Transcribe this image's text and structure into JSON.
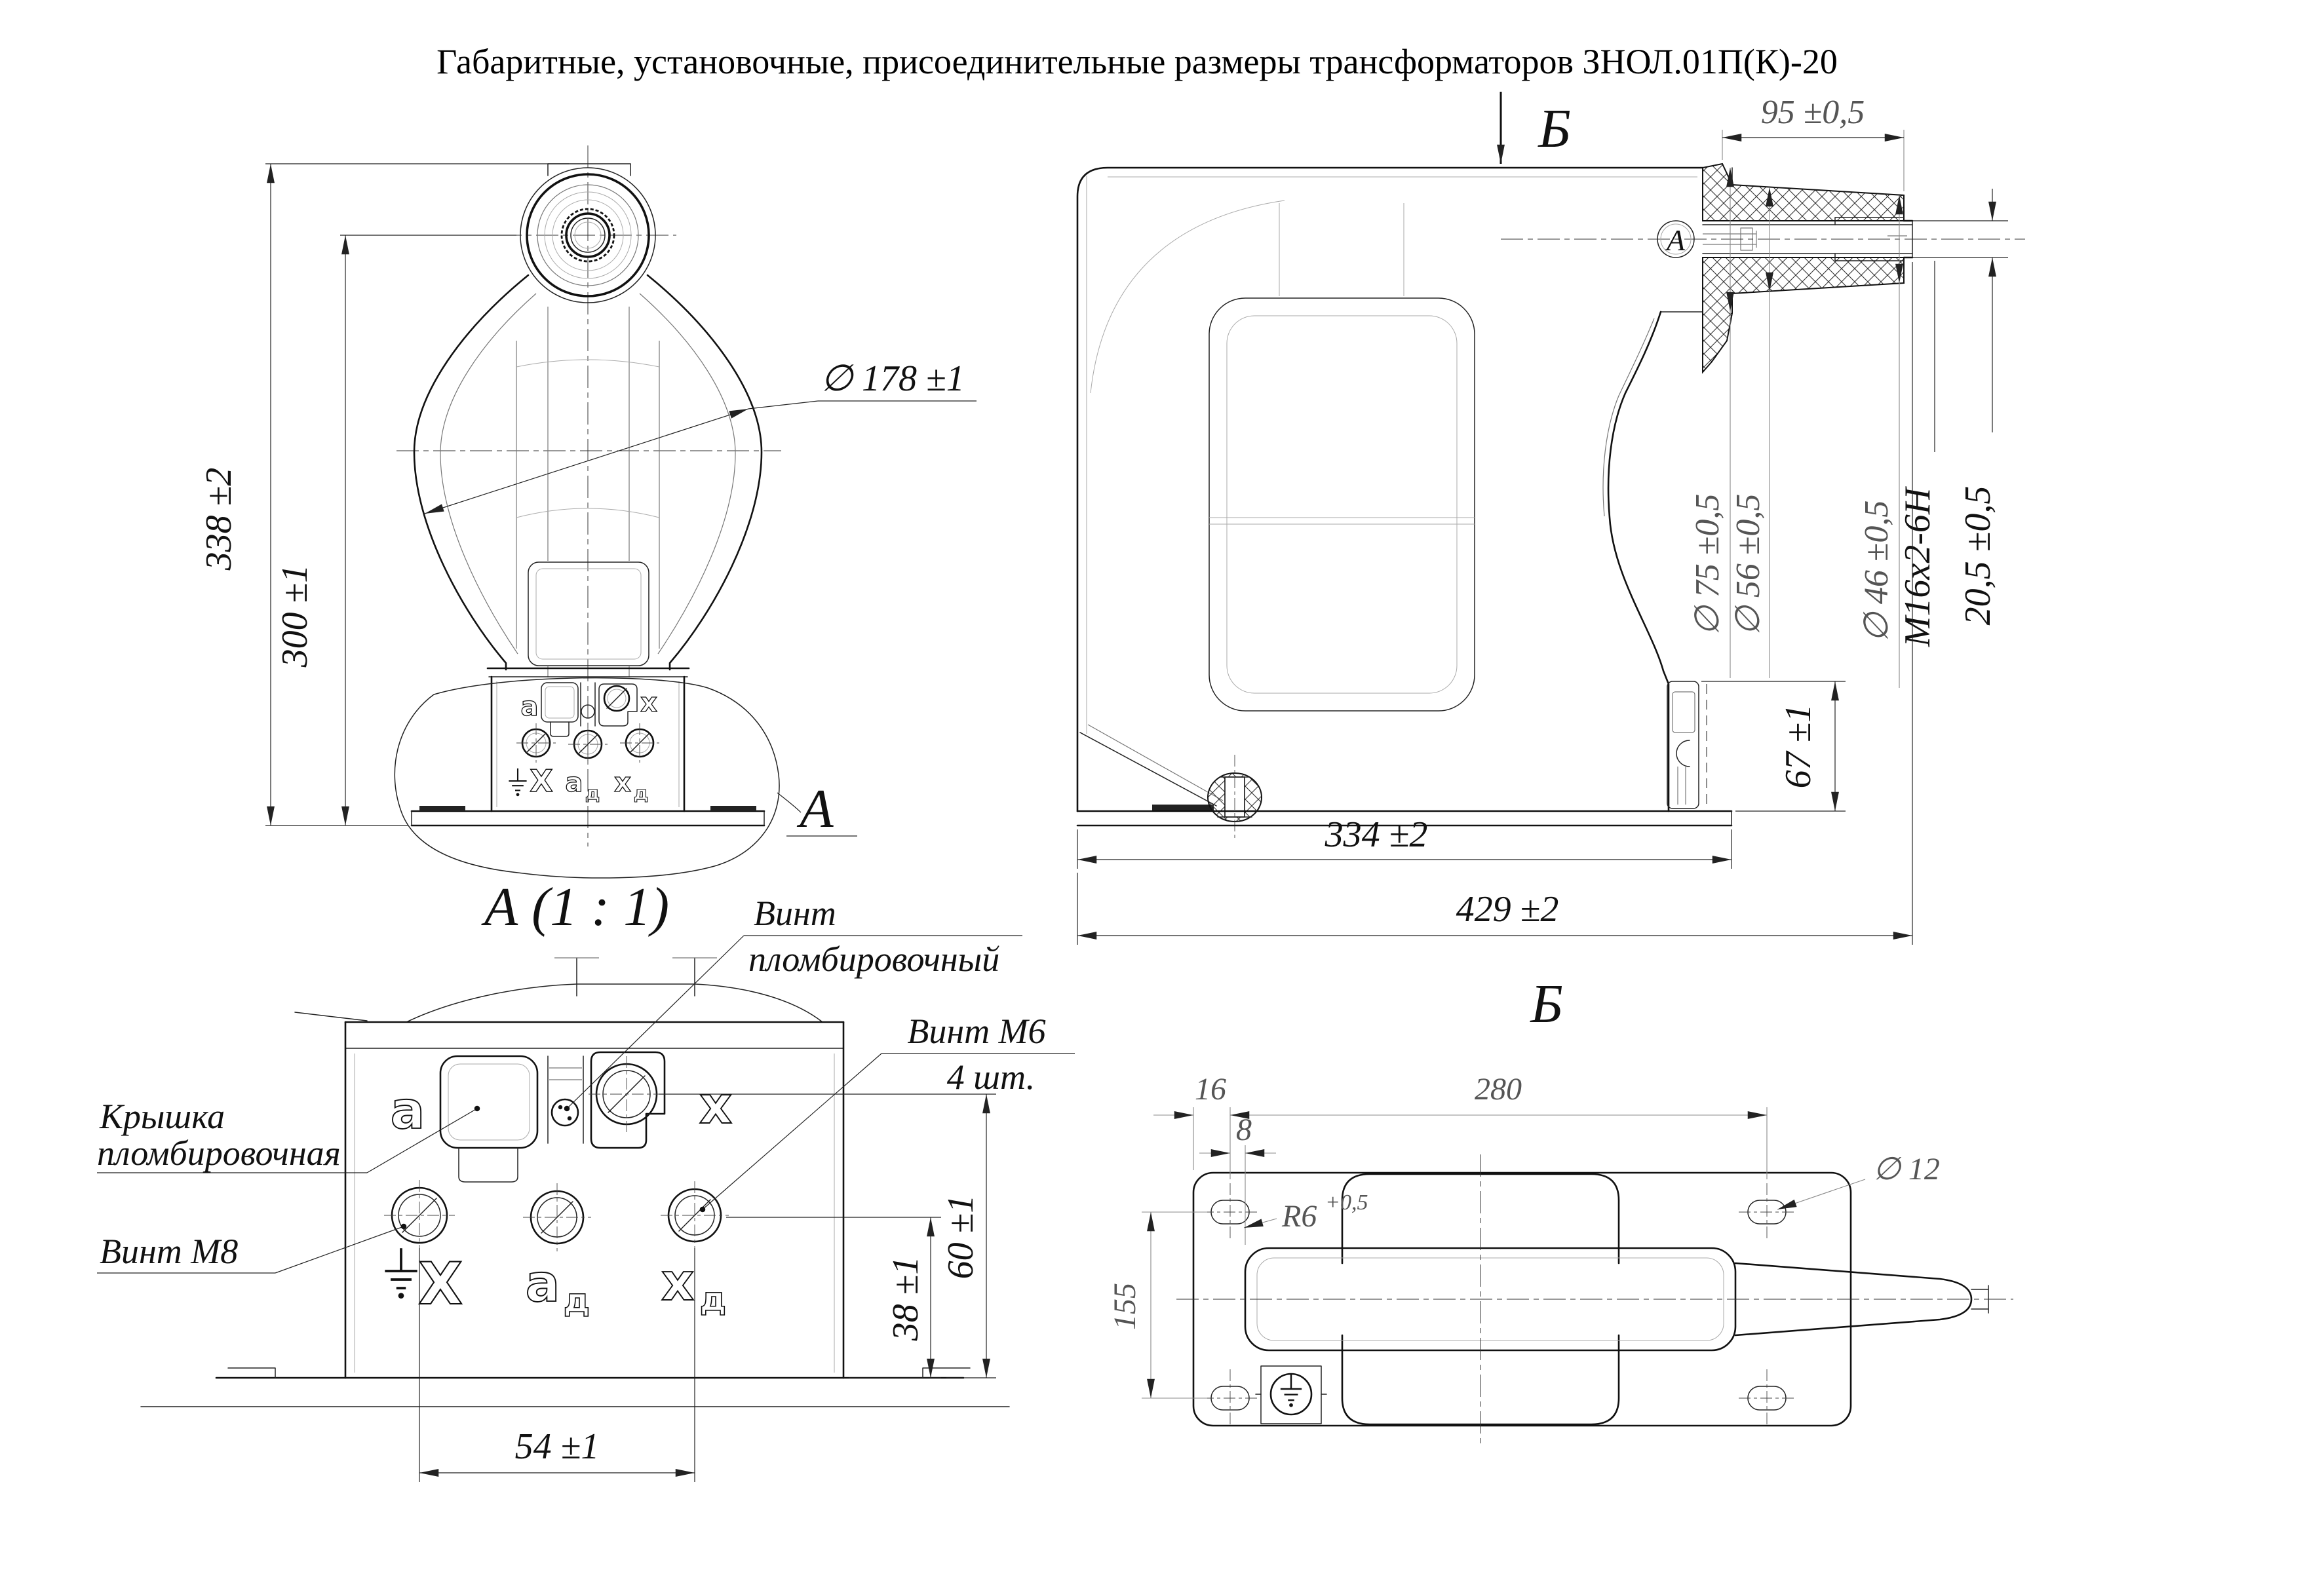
{
  "title": "Габаритные, установочные, присоединительные размеры трансформаторов ЗНОЛ.01П(К)-20",
  "front_view": {
    "dim_338": "338 ±2",
    "dim_300": "300 ±1",
    "dim_178": "∅ 178 ±1",
    "detail_ref": "А",
    "term_a": "а",
    "term_x": "х",
    "term_gnd_x": "Х",
    "term_ad_base": "а",
    "term_ad_sub": "д",
    "term_xd_base": "х",
    "term_xd_sub": "д"
  },
  "side_view": {
    "view_label": "Б",
    "datum_ref": "А",
    "dim_95": "95 ±0,5",
    "dim_d75": "∅ 75 ±0,5",
    "dim_d56": "∅ 56 ±0,5",
    "dim_d46": "∅ 46 ±0,5",
    "dim_thread": "M16x2-6H",
    "dim_20_5": "20,5 ±0,5",
    "dim_67": "67 ±1",
    "dim_334": "334 ±2",
    "dim_429": "429 ±2"
  },
  "detail_view": {
    "title": "А (1 : 1)",
    "callout_seal_screw_line1": "Винт",
    "callout_seal_screw_line2": "пломбировочный",
    "callout_m6_line1": "Винт М6",
    "callout_m6_line2": "4 шт.",
    "callout_cover_line1": "Крышка",
    "callout_cover_line2": "пломбировочная",
    "callout_m8": "Винт М8",
    "dim_54": "54 ±1",
    "dim_38": "38 ±1",
    "dim_60": "60 ±1",
    "term_a": "а",
    "term_x": "х",
    "term_gnd_x": "Х",
    "term_ad_base": "а",
    "term_ad_sub": "д",
    "term_xd_base": "х",
    "term_xd_sub": "д"
  },
  "bottom_view": {
    "title": "Б",
    "dim_16": "16",
    "dim_280": "280",
    "dim_8": "8",
    "dim_r6": "R6",
    "dim_r6_sup": "+0,5",
    "dim_d12": "∅ 12",
    "dim_155": "155"
  }
}
